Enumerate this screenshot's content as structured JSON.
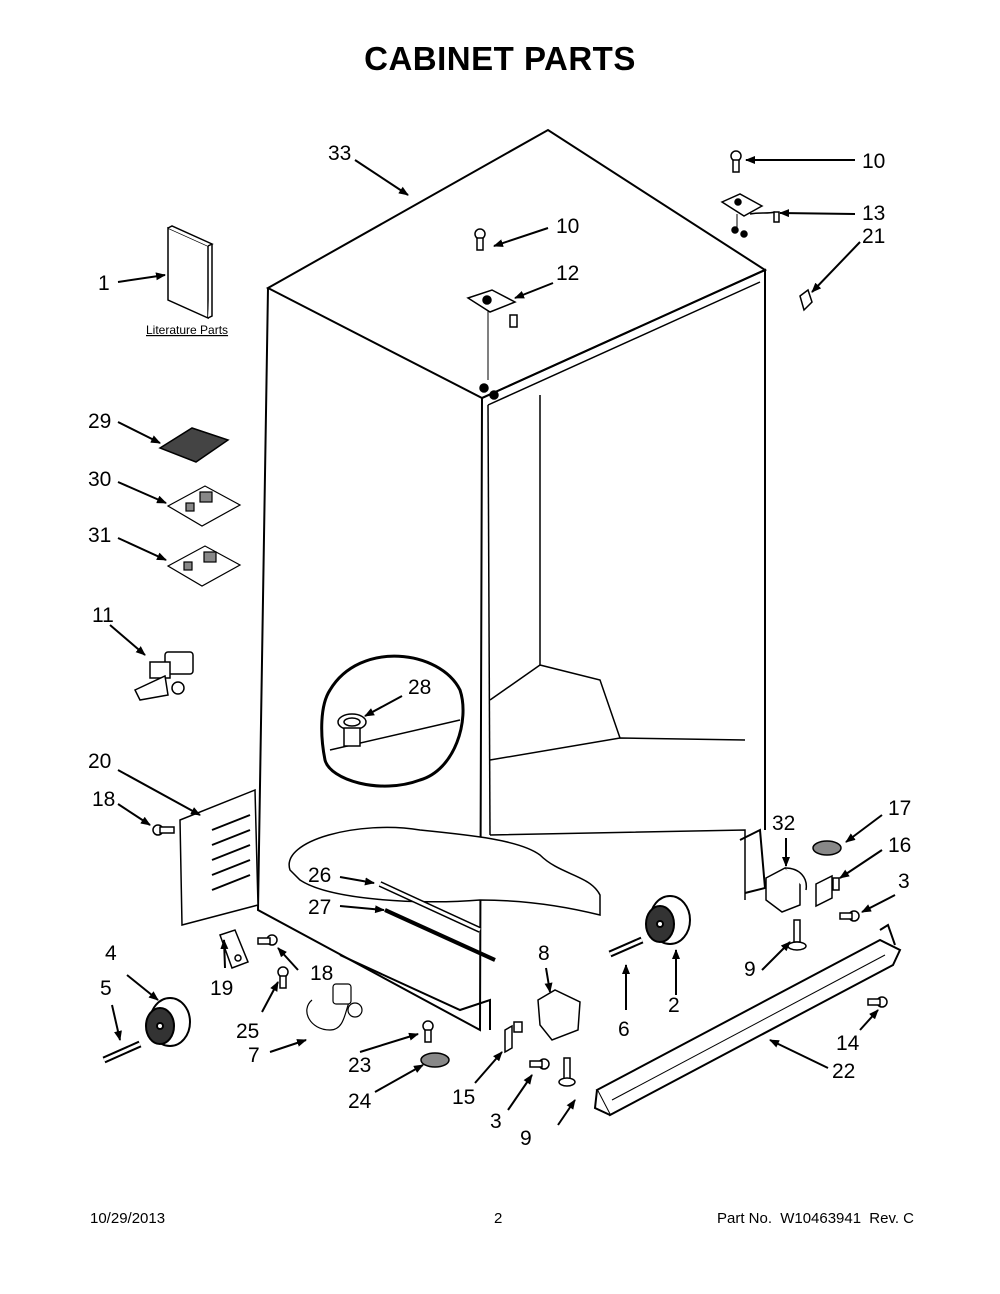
{
  "title": "CABINET PARTS",
  "literature_label": "Literature Parts",
  "callouts": {
    "c1": "1",
    "c2": "2",
    "c3a": "3",
    "c3b": "3",
    "c4": "4",
    "c5": "5",
    "c6": "6",
    "c7": "7",
    "c8": "8",
    "c9a": "9",
    "c9b": "9",
    "c10a": "10",
    "c10b": "10",
    "c11": "11",
    "c12": "12",
    "c13": "13",
    "c14": "14",
    "c15": "15",
    "c16": "16",
    "c17": "17",
    "c18a": "18",
    "c18b": "18",
    "c19": "19",
    "c20": "20",
    "c21": "21",
    "c22": "22",
    "c23": "23",
    "c24": "24",
    "c25": "25",
    "c26": "26",
    "c27": "27",
    "c28": "28",
    "c29": "29",
    "c30": "30",
    "c31": "31",
    "c32": "32",
    "c33": "33"
  },
  "footer": {
    "date": "10/29/2013",
    "page": "2",
    "part_no_label": "Part No.",
    "part_no": "W10463941",
    "rev": "Rev. C"
  }
}
